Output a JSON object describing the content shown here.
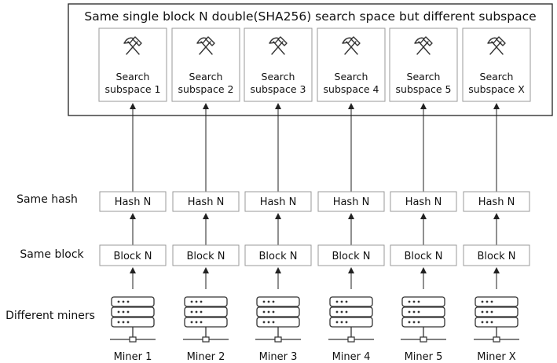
{
  "title": "Same single block N double(SHA256) search space but different subspace",
  "row_labels": {
    "hash": "Same hash",
    "block": "Same block",
    "miners": "Different miners"
  },
  "icons": {
    "subspace": "hammer-pick-icon",
    "miner": "server-rack-icon"
  },
  "columns": [
    {
      "subspace_line1": "Search",
      "subspace_line2": "subspace 1",
      "hash": "Hash N",
      "block": "Block N",
      "miner": "Miner 1"
    },
    {
      "subspace_line1": "Search",
      "subspace_line2": "subspace 2",
      "hash": "Hash N",
      "block": "Block N",
      "miner": "Miner 2"
    },
    {
      "subspace_line1": "Search",
      "subspace_line2": "subspace 3",
      "hash": "Hash N",
      "block": "Block N",
      "miner": "Miner 3"
    },
    {
      "subspace_line1": "Search",
      "subspace_line2": "subspace 4",
      "hash": "Hash N",
      "block": "Block N",
      "miner": "Miner 4"
    },
    {
      "subspace_line1": "Search",
      "subspace_line2": "subspace 5",
      "hash": "Hash N",
      "block": "Block N",
      "miner": "Miner 5"
    },
    {
      "subspace_line1": "Search",
      "subspace_line2": "subspace X",
      "hash": "Hash N",
      "block": "Block N",
      "miner": "Miner X"
    }
  ]
}
